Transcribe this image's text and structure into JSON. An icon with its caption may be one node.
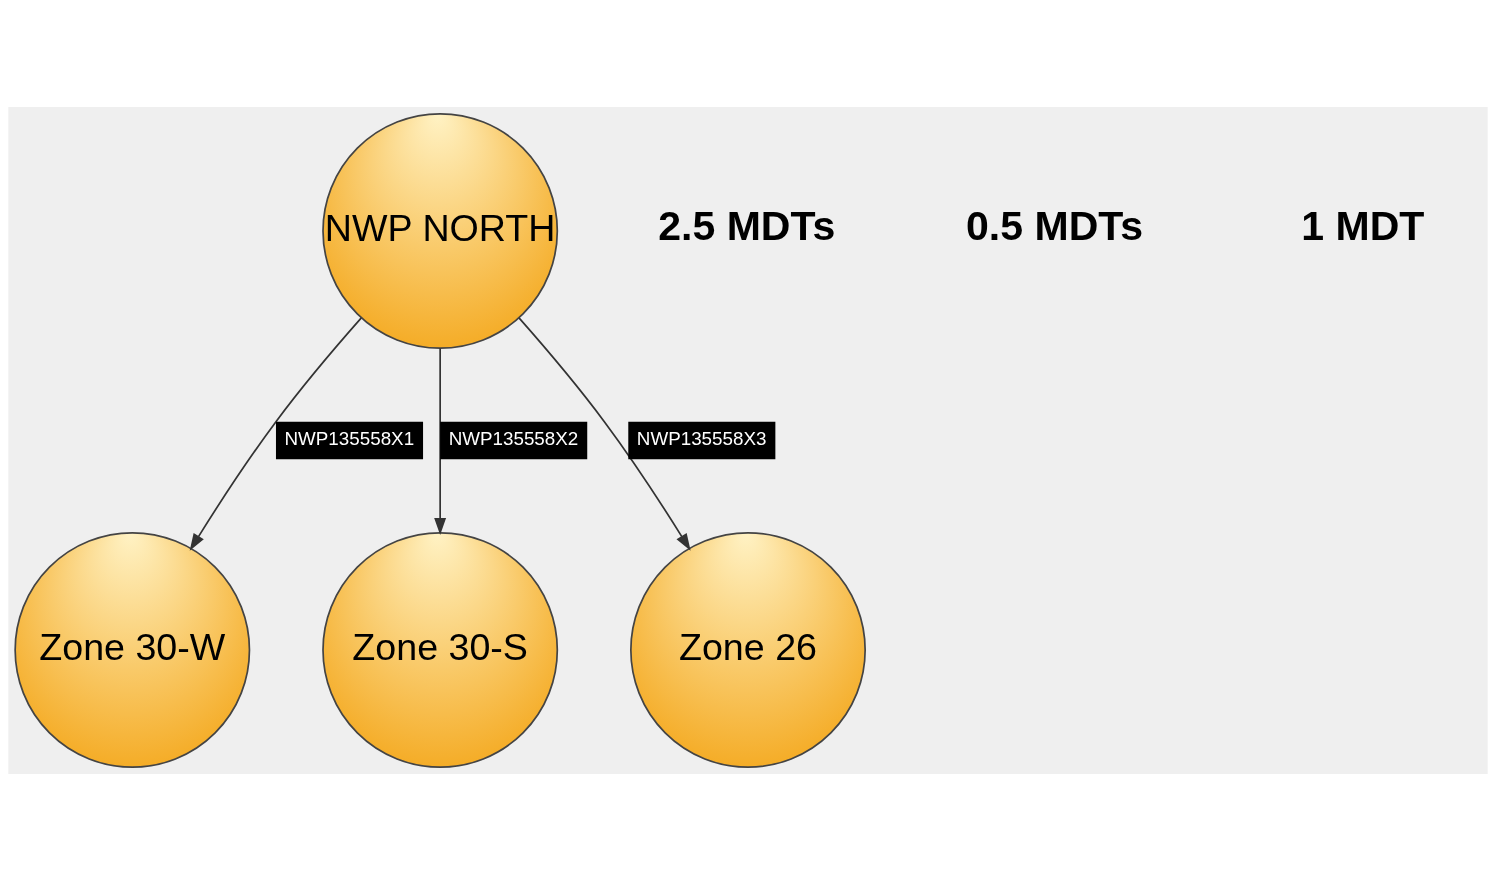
{
  "diagram": {
    "nodes": [
      {
        "text": [
          "NWP NORTH"
        ]
      },
      {
        "text": [
          "Zone 30-W"
        ]
      },
      {
        "text": [
          "Zone 30-S"
        ]
      },
      {
        "text": [
          "Zone 26"
        ]
      }
    ],
    "edges": [
      {
        "from": 0,
        "to": 1,
        "arrow": "to",
        "label": "NWP135558X1"
      },
      {
        "from": 0,
        "to": 2,
        "arrow": "to",
        "label": "NWP135558X2"
      },
      {
        "from": 0,
        "to": 3,
        "arrow": "to",
        "label": "NWP135558X3"
      }
    ],
    "labels": [
      "2.5 MDTs",
      "0.5 MDTs",
      "1 MDT"
    ]
  }
}
